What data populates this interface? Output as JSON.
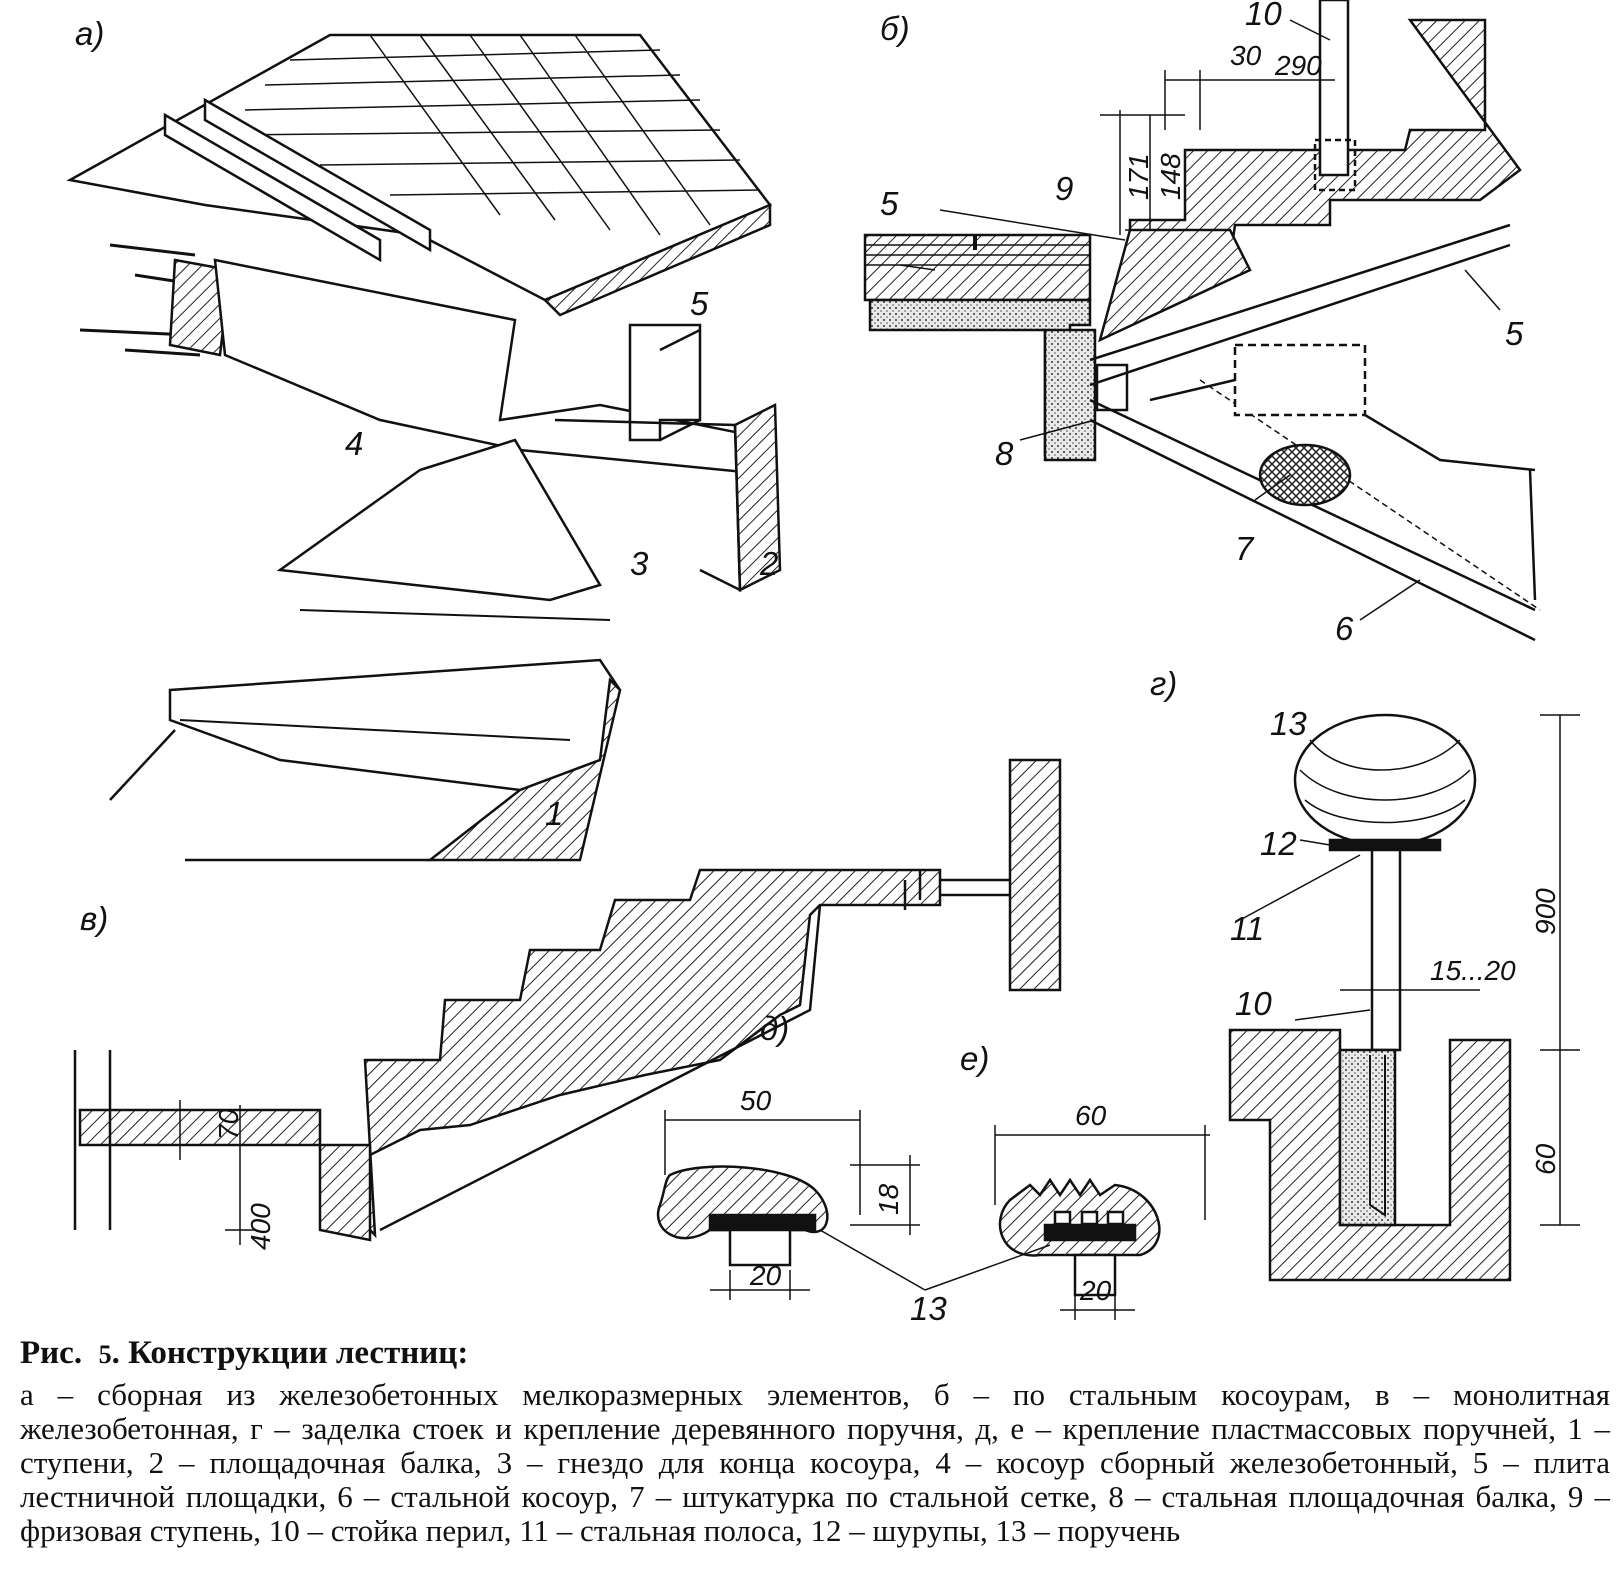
{
  "figure": {
    "fig_prefix": "Рис.",
    "fig_number": "5",
    "title": ". Конструкции лестниц:",
    "legend": "а – сборная из железобетонных мелкоразмерных элементов, б – по стальным косоурам, в – монолитная железобетонная, г – заделка стоек и крепление деревянного поручня, д, е – крепление пластмассовых поручней, 1 – ступени, 2 – площадочная балка, 3 – гнездо для конца косоура, 4 – косоур сборный железобетонный, 5 – плита лестничной площадки, 6 – стальной косоур, 7 – штукатурка по стальной сетке, 8 – стальная площадочная балка, 9 – фризовая ступень, 10 – стойка перил, 11 – стальная полоса, 12 – шурупы, 13 – поручень"
  },
  "panels": {
    "a": "а)",
    "b": "б)",
    "v": "в)",
    "g": "г)",
    "d": "д)",
    "e": "е)"
  },
  "part_numbers": {
    "p1": "1",
    "p2": "2",
    "p3": "3",
    "p4": "4",
    "p5a": "5",
    "p5b": "5",
    "p5c": "5",
    "p6": "6",
    "p7": "7",
    "p8": "8",
    "p9": "9",
    "p10a": "10",
    "p10b": "10",
    "p11": "11",
    "p12": "12",
    "p13a": "13",
    "p13b": "13"
  },
  "dimensions": {
    "d30": "30",
    "d290": "290",
    "d171": "171",
    "d148": "148",
    "d70": "70",
    "d400": "400",
    "d50": "50",
    "d18": "18",
    "d20a": "20",
    "d60a": "60",
    "d20b": "20",
    "d900": "900",
    "d15_20": "15...20",
    "d60b": "60"
  },
  "background_text": {
    "left": [
      "",
      "",
      "",
      "",
      "",
      "",
      "",
      "",
      "",
      "",
      "",
      "",
      "",
      "",
      "",
      "",
      "",
      "",
      "",
      "",
      "",
      "",
      "",
      "",
      "",
      "",
      "",
      "",
      "",
      "",
      ""
    ],
    "right": [
      "",
      "",
      "",
      "",
      "",
      "",
      "",
      "",
      "",
      "",
      "",
      "",
      "",
      "",
      "",
      "",
      "",
      "",
      "",
      "",
      "",
      "",
      "",
      "",
      "",
      "",
      "",
      "",
      "",
      "",
      ""
    ]
  }
}
